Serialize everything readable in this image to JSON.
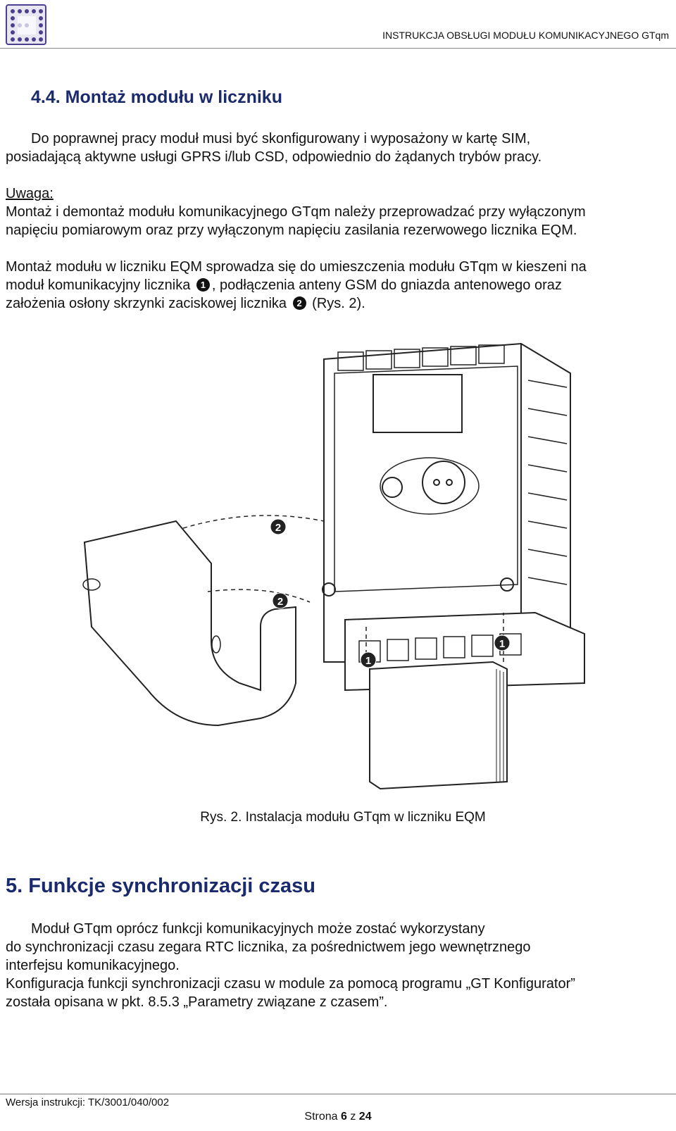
{
  "header": {
    "title": "INSTRUKCJA OBSŁUGI MODUŁU KOMUNIKACYJNEGO GTqm"
  },
  "section_4_4": {
    "heading": "4.4. Montaż modułu w liczniku",
    "para1_line1": "Do poprawnej pracy moduł musi być skonfigurowany i wyposażony w kartę SIM,",
    "para1_line2": "posiadającą aktywne usługi GPRS i/lub CSD, odpowiednio do żądanych trybów pracy.",
    "note_label": "Uwaga:",
    "note_line1": "Montaż i demontaż modułu komunikacyjnego GTqm należy przeprowadzać przy wyłączonym",
    "note_line2": "napięciu pomiarowym oraz przy wyłączonym napięciu zasilania rezerwowego licznika EQM.",
    "para2_line1": "Montaż modułu w liczniku EQM sprowadza się do umieszczenia modułu GTqm w kieszeni na",
    "para2_line2a": "moduł komunikacyjny licznika",
    "para2_line2b": ", podłączenia anteny GSM do gniazda antenowego oraz",
    "para2_line3a": "założenia osłony skrzynki zaciskowej licznika",
    "para2_line3b": "(Rys. 2).",
    "badge1": "1",
    "badge2": "2"
  },
  "figure": {
    "marker_1": "1",
    "marker_2": "2",
    "caption": "Rys. 2. Instalacja modułu GTqm w liczniku EQM"
  },
  "section_5": {
    "heading": "5. Funkcje synchronizacji czasu",
    "line1": "Moduł GTqm oprócz funkcji komunikacyjnych może zostać wykorzystany",
    "line2": "do synchronizacji czasu zegara RTC licznika, za pośrednictwem jego wewnętrznego",
    "line3": "interfejsu komunikacyjnego.",
    "line4": "Konfiguracja funkcji synchronizacji czasu w module za pomocą programu „GT Konfigurator”",
    "line5": "została opisana w pkt. 8.5.3 „Parametry związane z czasem”."
  },
  "footer": {
    "version": "Wersja instrukcji: TK/3001/040/002",
    "page_word": "Strona",
    "page_num": "6",
    "page_of": "z",
    "page_total": "24"
  }
}
